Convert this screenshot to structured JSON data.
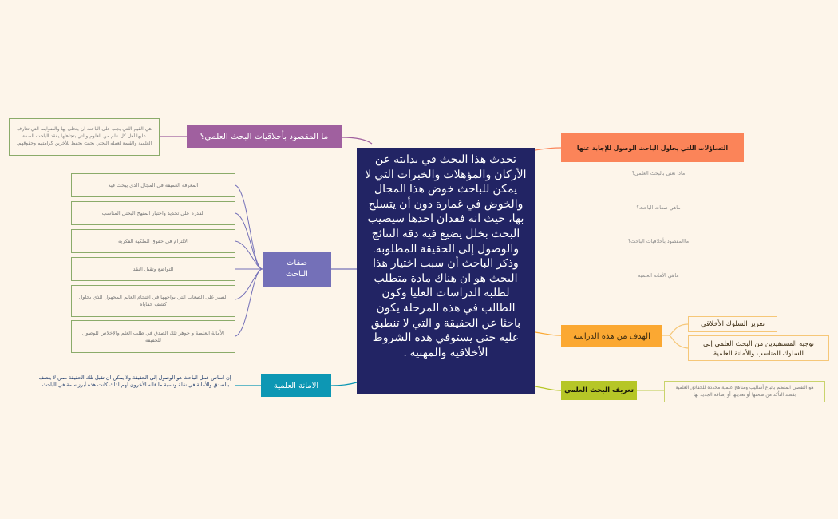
{
  "colors": {
    "background": "#fdf5ea",
    "central": "#222464",
    "ethics_topic": "#a0609f",
    "traits_topic": "#7470b8",
    "honesty_topic": "#0d97b4",
    "questions_topic": "#fb8459",
    "goal_topic": "#fba832",
    "definition_topic": "#b6c627",
    "leaf_border_green": "#8bab6a",
    "leaf_border_orange": "#f6c778",
    "leaf_border_lime": "#c9d36c"
  },
  "central": {
    "text": "تحدث هذا البحث في بدايته عن الأركان والمؤهلات والخبرات التي لا يمكن للباحث خوض هذا المجال والخوض في غمارة دون أن يتسلح بها، حيث انه فقدان احدها سيصيب البحث بخلل يضيع فيه دقة النتائج والوصول إلى الحقيقة المطلوبه.\nوذكر الباحث أن سبب اختيار هذا البحث هو ان هناك مادة متطلب لطلبة الدراسات العليا وكون الطالب في هذه المرحلة يكون باحثا عن الحقيقة و التي لا تنطبق عليه حتى يستوفي هذه الشروط الأخلاقية والمهنية ."
  },
  "ethics": {
    "title": "ما المقصود بأخلاقيات البحث العلمي؟",
    "detail": "هي القيم اللتي يجب على الباحث ان يتحلى بها والضوابط التي تعارف عليها أهل كل علم من العلوم والتي بتجاهلها يفقد الباحث الصفة العلمية والقيمة لعمله البحثي بحيث يحفظ للأخرين كرامتهم وحقوقهم."
  },
  "traits": {
    "title": "صفات الباحث",
    "items": [
      "المعرفة العميقة في المجال الذي يبحث فيه",
      "القدرة على تحديد واختيار المنهج البحثي المناسب",
      "الالتزام في حقوق الملكية الفكرية",
      "التواضع وتقبل النقد",
      "الصبر على الصعاب التي يواجهها في اقتحام العالم المجهول الذي يحاول كشف خفاياه",
      "الأمانة العلمية و جوهر تلك الصدق في طلب العلم والإخلاص للوصول للحقيقة"
    ]
  },
  "honesty": {
    "title": "الامانة العلمية",
    "detail": "إن اساس عمل الباحث هو الوصول إلى الحقيقة ولا يمكن ان تقبل تلك الحقيقة ممن لا يتصف بالصدق والأمانة في نقلة ونسبة ما قاله الأخرون لهم لذلك كانت هذه أبرز سمة في الباحث."
  },
  "questions": {
    "title": "التساؤلات اللتي يحاول الباحث الوصول للإجابة عنها",
    "items": [
      "ماذا نعني بالبحث العلمي؟",
      "ماهي صفات الباحث؟",
      "ماالمقصود بأخلاقيات الباحث؟",
      "ماهي الأمانة العلمية"
    ]
  },
  "goal": {
    "title": "الهدف من هذه الدراسة",
    "items": [
      "تعزيز السلوك الأخلاقي",
      "توجيه المستفيدين من البحث العلمي إلى السلوك المناسب والأمانة العلمية"
    ]
  },
  "definition": {
    "title": "تعريف البحث العلمي",
    "detail": "هو التقصي المنظم بإتباع أساليب ومناهج علمية محددة للحقائق العلمية بقصد التأكد من صحتها أو تعديلها أو إضافة الجديد لها"
  }
}
